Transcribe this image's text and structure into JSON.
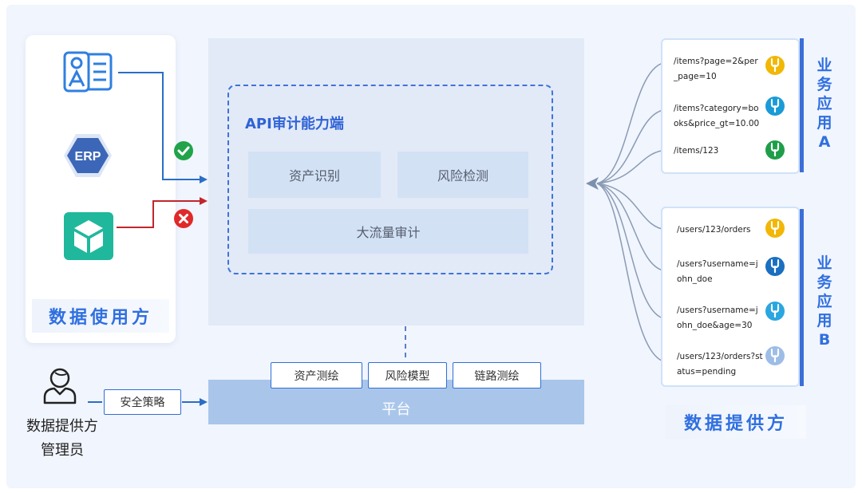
{
  "consumer": {
    "title": "数据使用方",
    "apps": [
      {
        "name": "oa-app",
        "icon": "oa-document-icon",
        "color": "#2f7fe0"
      },
      {
        "name": "erp-app",
        "icon": "erp-hexagon-icon",
        "label": "ERP",
        "color": "#3c66b7"
      },
      {
        "name": "cube-app",
        "icon": "cube-icon",
        "color": "#20b89c"
      }
    ],
    "status": [
      {
        "icon": "check-circle-icon",
        "color": "#21a34a"
      },
      {
        "icon": "cross-circle-icon",
        "color": "#e0292a"
      }
    ]
  },
  "center": {
    "title": "API审计能力端",
    "modules": {
      "asset": "资产识别",
      "risk": "风险检测",
      "traffic": "大流量审计"
    }
  },
  "platform": {
    "label": "平台",
    "chips": [
      "资产测绘",
      "风险模型",
      "链路测绘"
    ]
  },
  "admin": {
    "icon": "user-outline-icon",
    "line1": "数据提供方",
    "line2": "管理员",
    "policy": "安全策略"
  },
  "provider": {
    "title": "数据提供方",
    "app_a": {
      "label": [
        "业",
        "务",
        "应",
        "用",
        "A"
      ],
      "endpoints": [
        {
          "text": "/items?page=2&per_page=10",
          "icon_color": "#f2b705"
        },
        {
          "text": "/items?category=books&price_gt=10.00",
          "icon_color": "#1a9bd7"
        },
        {
          "text": "/items/123",
          "icon_color": "#1f9e4a"
        }
      ]
    },
    "app_b": {
      "label": [
        "业",
        "务",
        "应",
        "用",
        "B"
      ],
      "endpoints": [
        {
          "text": "/users/123/orders",
          "icon_color": "#f2b705"
        },
        {
          "text": "/users?username=john_doe",
          "icon_color": "#1a6fc0"
        },
        {
          "text": "/users?username=john_doe&age=30",
          "icon_color": "#2aa6e0"
        },
        {
          "text": "/users/123/orders?status=pending",
          "icon_color": "#9dbde6"
        }
      ]
    }
  },
  "colors": {
    "accent": "#2f6fe0",
    "ok_line": "#2a6ec5",
    "blocked_line": "#c0272d",
    "fan_line": "#8a9bb4"
  }
}
